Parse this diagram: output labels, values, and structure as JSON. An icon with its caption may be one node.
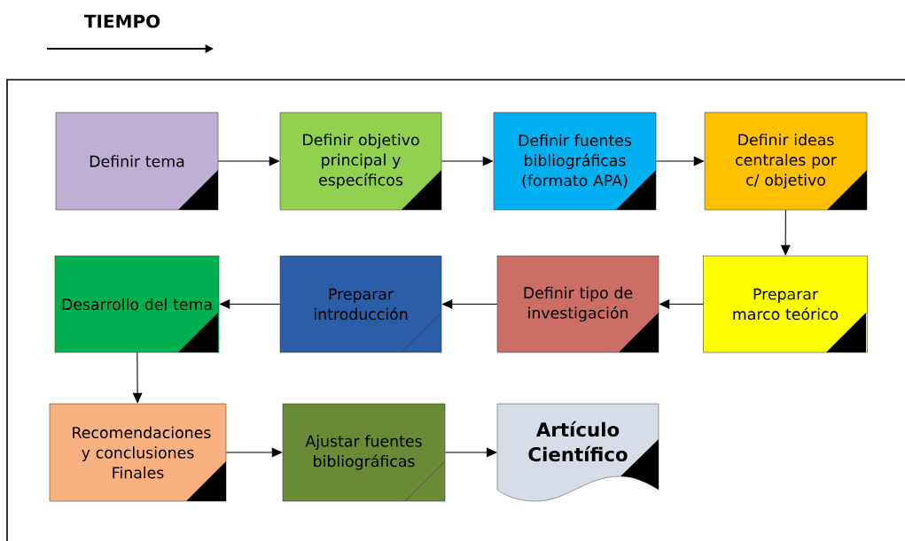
{
  "diagram": {
    "nodes": [
      {
        "text": [
          "Definir tema"
        ]
      },
      {
        "text": [
          "Definir objetivo principal y específicos"
        ]
      },
      {
        "text": [
          "Definir fuentes bibliográficas (formato APA)"
        ]
      },
      {
        "text": [
          "Definir ideas centrales por c/ objetivo"
        ]
      },
      {
        "text": [
          "Preparar marco teórico"
        ]
      },
      {
        "text": [
          "Definir tipo de investigación"
        ]
      },
      {
        "text": [
          "Preparar introducción"
        ]
      },
      {
        "text": [
          "Desarrollo del tema"
        ]
      },
      {
        "text": [
          "Recomendaciones y conclusiones Finales"
        ]
      },
      {
        "text": [
          "Ajustar fuentes bibliográficas"
        ]
      },
      {
        "text": [
          "Artículo Científico"
        ]
      }
    ],
    "edges": [
      {
        "from": 0,
        "to": 1,
        "arrow": "to"
      },
      {
        "from": 1,
        "to": 2,
        "arrow": "to"
      },
      {
        "from": 2,
        "to": 3,
        "arrow": "to"
      },
      {
        "from": 3,
        "to": 4,
        "arrow": "to"
      },
      {
        "from": 4,
        "to": 5,
        "arrow": "to"
      },
      {
        "from": 5,
        "to": 6,
        "arrow": "to"
      },
      {
        "from": 6,
        "to": 7,
        "arrow": "to"
      },
      {
        "from": 7,
        "to": 8,
        "arrow": "to"
      },
      {
        "from": 8,
        "to": 9,
        "arrow": "to"
      },
      {
        "from": 9,
        "to": 10,
        "arrow": "to"
      }
    ],
    "labels": [
      "TIEMPO"
    ]
  }
}
